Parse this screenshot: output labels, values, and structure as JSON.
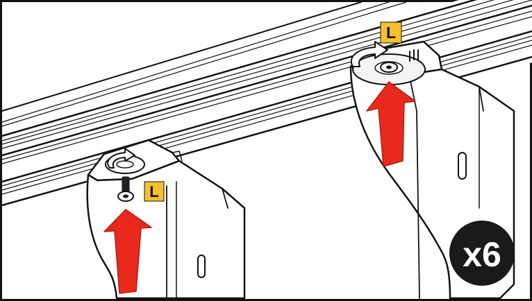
{
  "labels": {
    "part_label_left": "L",
    "part_label_right": "L",
    "quantity": "x6"
  },
  "colors": {
    "arrow_red": "#e8291c",
    "label_yellow": "#f6c02c",
    "line": "#111111",
    "badge": "#1a1a1a"
  },
  "icons": {
    "rotate_left": "rotate-arrow-icon",
    "rotate_right": "rotate-arrow-icon",
    "push_up_left": "up-arrow-icon",
    "push_up_right": "up-arrow-icon"
  }
}
